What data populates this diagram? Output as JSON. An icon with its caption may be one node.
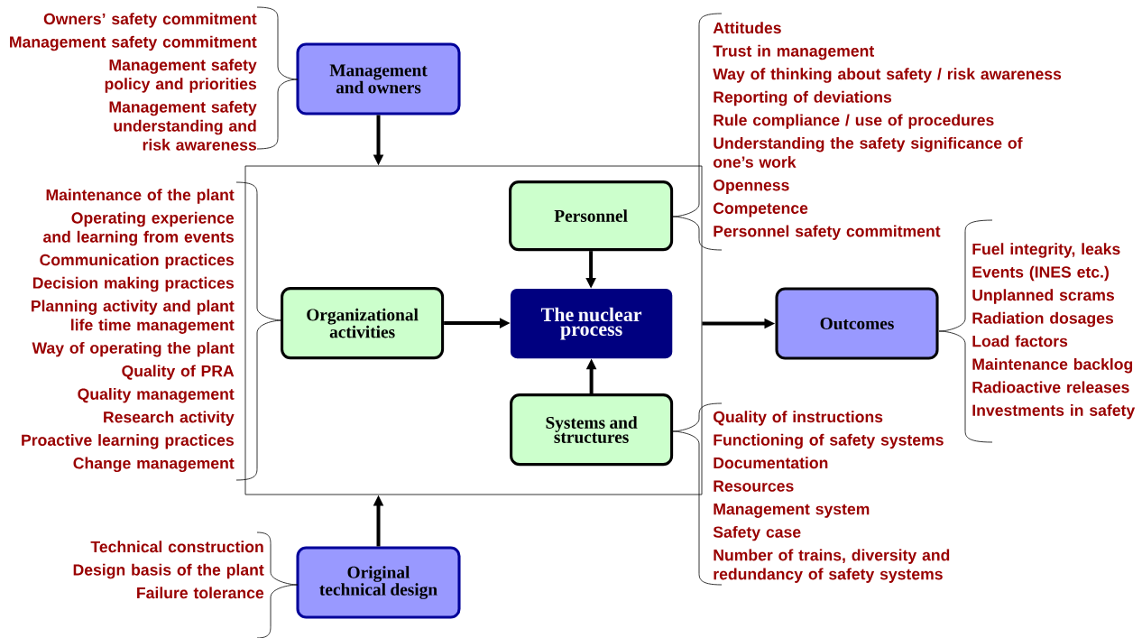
{
  "diagram": {
    "nodes": [
      {
        "text": [
          "Management and owners"
        ],
        "beside": [
          "Owners’ safety commitment",
          "Management safety commitment",
          "Management safety policy and priorities",
          "Management safety understanding and risk awareness"
        ]
      },
      {
        "text": [],
        "shape": "box"
      },
      {
        "text": [
          "Personnel"
        ],
        "in": 1,
        "beside": [
          "Attitudes",
          "Trust in management",
          "Way of thinking about safety / risk awareness",
          "Reporting of deviations",
          "Rule compliance / use of procedures",
          "Understanding the safety significance of one’s work",
          "Openness",
          "Competence",
          "Personnel safety commitment"
        ]
      },
      {
        "text": [
          "Organizational activities"
        ],
        "in": 1,
        "beside": [
          "Maintenance of the plant",
          "Operating experience and learning from events",
          "Communication practices",
          "Decision making practices",
          "Planning activity and plant life time management",
          "Way of operating the plant",
          "Quality of PRA",
          "Quality management",
          "Research activity",
          "Proactive learning practices",
          "Change management"
        ]
      },
      {
        "text": [
          "The nuclear process"
        ],
        "in": 1
      },
      {
        "text": [
          "Systems and structures"
        ],
        "in": 1,
        "beside": [
          "Quality of instructions",
          "Functioning of safety systems",
          "Documentation",
          "Resources",
          "Management system",
          "Safety case",
          "Number of trains, diversity and redundancy of safety systems"
        ]
      },
      {
        "text": [
          "Outcomes"
        ],
        "beside": [
          "Fuel integrity, leaks",
          "Events (INES etc.)",
          "Unplanned scrams",
          "Radiation dosages",
          "Load factors",
          "Maintenance backlog",
          "Radioactive releases",
          "Investments in safety"
        ]
      },
      {
        "text": [
          "Original technical design"
        ],
        "beside": [
          "Technical construction",
          "Design basis of the plant",
          "Failure tolerance"
        ]
      }
    ],
    "edges": [
      {
        "from": 0,
        "to": 1,
        "arrow": "to"
      },
      {
        "from": 7,
        "to": 1,
        "arrow": "to"
      },
      {
        "from": 2,
        "to": 4,
        "arrow": "to"
      },
      {
        "from": 3,
        "to": 4,
        "arrow": "to"
      },
      {
        "from": 5,
        "to": 4,
        "arrow": "to"
      },
      {
        "from": 1,
        "to": 6,
        "arrow": "to"
      }
    ]
  }
}
